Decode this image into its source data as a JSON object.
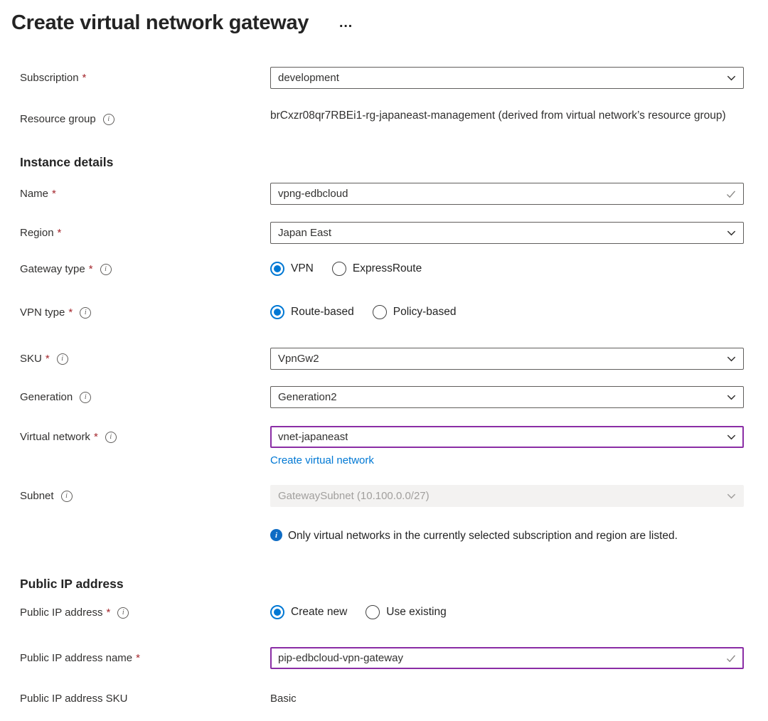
{
  "page": {
    "title": "Create virtual network gateway"
  },
  "icons": {
    "more": "…",
    "info": "i",
    "chevron_down": "chevron-down",
    "checkmark": "checkmark"
  },
  "ui": {
    "required_marker": "*"
  },
  "colors": {
    "accent_blue": "#0078d4",
    "info_blue": "#0f6cc4",
    "required_red": "#a4262c",
    "changed_field_purple": "#8a2da5",
    "field_border": "#605e5c",
    "disabled_bg": "#f3f2f1",
    "disabled_text": "#a19f9d",
    "text": "#323130",
    "link": "#0078d4"
  },
  "form": {
    "subscription": {
      "label": "Subscription",
      "value": "development"
    },
    "resource_group": {
      "label": "Resource group",
      "value": "brCxzr08qr7RBEi1-rg-japaneast-management (derived from virtual network’s resource group)"
    },
    "instance_details": {
      "header": "Instance details"
    },
    "name": {
      "label": "Name",
      "value": "vpng-edbcloud"
    },
    "region": {
      "label": "Region",
      "value": "Japan East"
    },
    "gateway_type": {
      "label": "Gateway type",
      "options": [
        "VPN",
        "ExpressRoute"
      ],
      "selected": "VPN"
    },
    "vpn_type": {
      "label": "VPN type",
      "options": [
        "Route-based",
        "Policy-based"
      ],
      "selected": "Route-based"
    },
    "sku": {
      "label": "SKU",
      "value": "VpnGw2"
    },
    "generation": {
      "label": "Generation",
      "value": "Generation2"
    },
    "virtual_network": {
      "label": "Virtual network",
      "value": "vnet-japaneast",
      "create_link": "Create virtual network"
    },
    "subnet": {
      "label": "Subnet",
      "value": "GatewaySubnet (10.100.0.0/27)"
    },
    "info_note": "Only virtual networks in the currently selected subscription and region are listed.",
    "public_ip_section": {
      "header": "Public IP address"
    },
    "public_ip": {
      "label": "Public IP address",
      "options": [
        "Create new",
        "Use existing"
      ],
      "selected": "Create new"
    },
    "public_ip_name": {
      "label": "Public IP address name",
      "value": "pip-edbcloud-vpn-gateway"
    },
    "public_ip_sku": {
      "label": "Public IP address SKU",
      "value": "Basic"
    }
  }
}
